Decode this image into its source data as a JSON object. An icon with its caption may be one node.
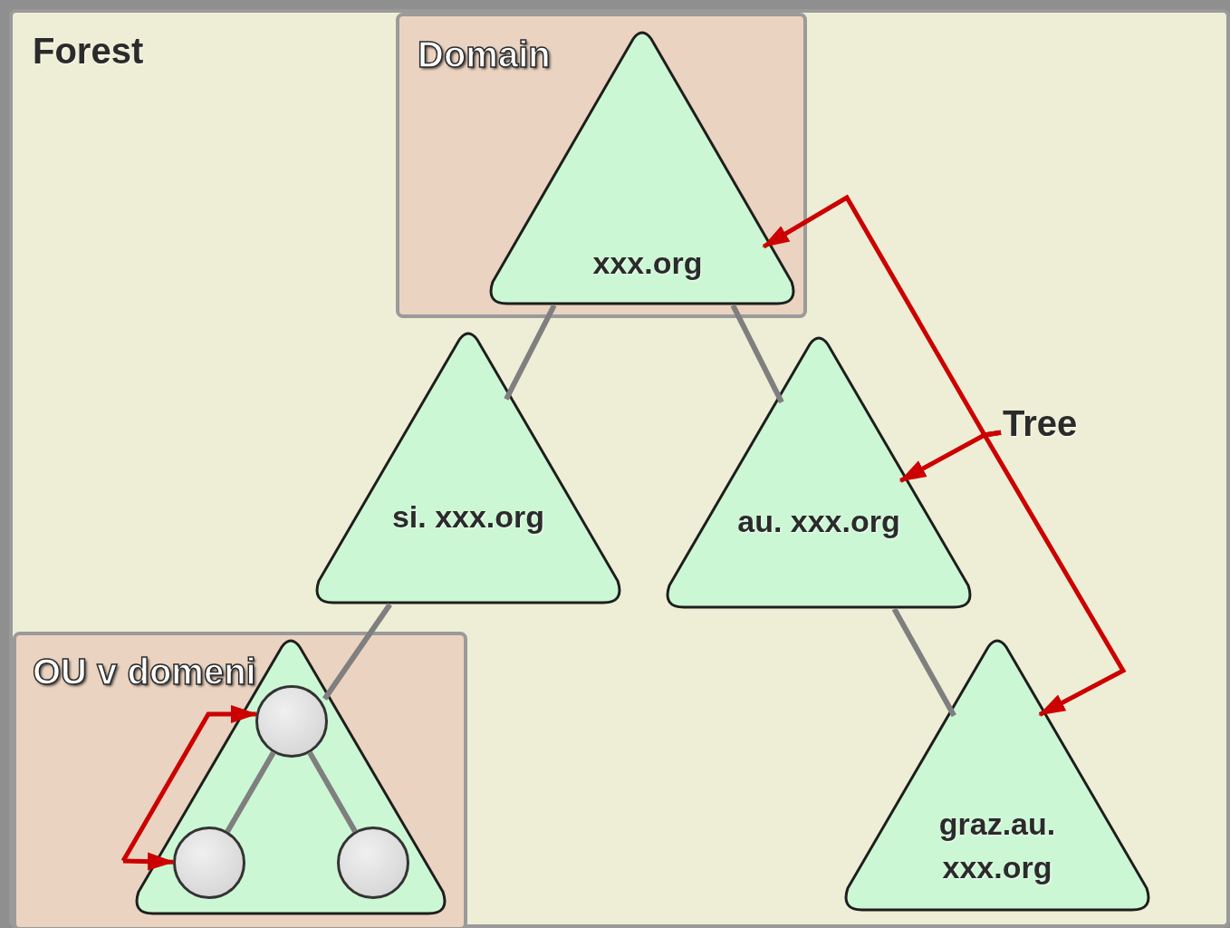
{
  "diagram": {
    "nodes": [
      {
        "text": [
          "Forest"
        ]
      },
      {
        "text": [
          "Domain"
        ],
        "in": 0
      },
      {
        "text": [
          "xxx.org"
        ],
        "in": 1
      },
      {
        "text": [
          "si. xxx.org"
        ],
        "in": 0
      },
      {
        "text": [
          "au. xxx.org"
        ],
        "in": 0
      },
      {
        "text": [
          "graz.au. xxx.org"
        ],
        "in": 0
      },
      {
        "text": [
          "OU v domeni"
        ],
        "in": 0
      },
      {
        "text": [],
        "shape": "triangle",
        "in": 6
      },
      {
        "text": [],
        "shape": "circle",
        "in": 7
      },
      {
        "text": [],
        "shape": "circle",
        "in": 7
      },
      {
        "text": [],
        "shape": "circle",
        "in": 7
      },
      {
        "text": [
          "Tree"
        ],
        "in": 0
      }
    ],
    "edges": [
      {
        "from": 2,
        "to": 3,
        "arrow": "none"
      },
      {
        "from": 2,
        "to": 4,
        "arrow": "none"
      },
      {
        "from": 3,
        "to": 7,
        "arrow": "none"
      },
      {
        "from": 4,
        "to": 5,
        "arrow": "none"
      },
      {
        "from": 8,
        "to": 9,
        "arrow": "none"
      },
      {
        "from": 8,
        "to": 10,
        "arrow": "none"
      },
      {
        "from": 11,
        "to": 2,
        "arrow": "to",
        "color": "#cc0000"
      },
      {
        "from": 11,
        "to": 4,
        "arrow": "to",
        "color": "#cc0000"
      },
      {
        "from": 11,
        "to": 5,
        "arrow": "to",
        "color": "#cc0000"
      },
      {
        "from": null,
        "to": 9,
        "arrow": "to",
        "color": "#cc0000"
      },
      {
        "from": null,
        "to": 8,
        "arrow": "to",
        "color": "#cc0000"
      }
    ]
  }
}
